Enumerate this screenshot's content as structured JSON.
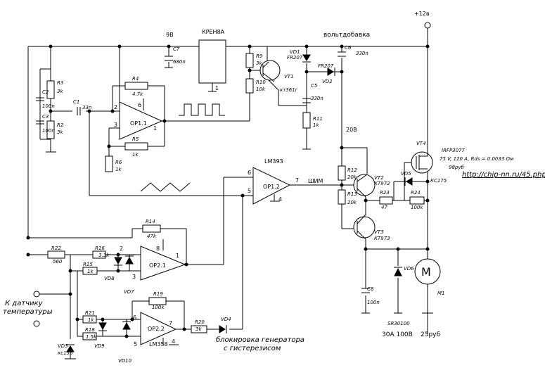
{
  "supply": {
    "plus12": "+12в",
    "v9": "9В",
    "regulator": "КРЕН8А",
    "reg_pin": "1",
    "boost": "вольтдобавка",
    "v20": "20В"
  },
  "parts": {
    "R3": {
      "ref": "R3",
      "val": "3k"
    },
    "R2": {
      "ref": "R2",
      "val": "3k"
    },
    "C2": {
      "ref": "C2",
      "val": "100n"
    },
    "C3": {
      "ref": "C3",
      "val": "100n"
    },
    "C1": {
      "ref": "C1",
      "val": "33n"
    },
    "R4": {
      "ref": "R4",
      "val": "4.7k"
    },
    "R5": {
      "ref": "R5",
      "val": "1k"
    },
    "R6": {
      "ref": "R6",
      "val": "1k"
    },
    "OP11": {
      "ref": "OP1.1",
      "p2": "2",
      "p3": "3",
      "p6": "6",
      "p1": "1"
    },
    "C7": {
      "ref": "C7",
      "val": "680n"
    },
    "R9": {
      "ref": "R9",
      "val": "3k"
    },
    "R10": {
      "ref": "R10",
      "val": "10k"
    },
    "VT1": {
      "ref": "VT1",
      "val": "кт361г"
    },
    "VD1": {
      "ref": "VD1",
      "val": "FR207"
    },
    "VD2": {
      "ref": "VD2",
      "val": "FR207"
    },
    "C6": {
      "ref": "C6",
      "val": "330n"
    },
    "C5": {
      "ref": "C5",
      "val": "330n"
    },
    "R11": {
      "ref": "R11",
      "val": "1k"
    },
    "LM393": {
      "ref": "OP1.2",
      "name": "LM393",
      "p6": "6",
      "p5": "5",
      "p7": "7",
      "p4": "4"
    },
    "pwm": "ШИМ",
    "R12": {
      "ref": "R12",
      "val": "20k"
    },
    "R13": {
      "ref": "R13",
      "val": "20k"
    },
    "VT2": {
      "ref": "VT2",
      "val": "КТ972"
    },
    "VT3": {
      "ref": "VT3",
      "val": "КТ973"
    },
    "R23": {
      "ref": "R23",
      "val": "47"
    },
    "R24": {
      "ref": "R24",
      "val": "100k"
    },
    "VD5": {
      "ref": "VD5",
      "val": "КС175"
    },
    "VT4": {
      "ref": "VT4",
      "val": "IRFP3077",
      "spec": "75 V, 120 A, Rds = 0.0033 Ом",
      "price": "98руб"
    },
    "R14": {
      "ref": "R14",
      "val": "47k"
    },
    "R22": {
      "ref": "R22",
      "val": "560"
    },
    "R16": {
      "ref": "R16",
      "val": "3.3k"
    },
    "R15": {
      "ref": "R15",
      "val": "1k"
    },
    "OP21": {
      "ref": "OP2.1",
      "p2": "2",
      "p3": "3",
      "p8": "8",
      "p1": "1"
    },
    "VD8": {
      "ref": "VD8"
    },
    "VD7": {
      "ref": "VD7"
    },
    "R19": {
      "ref": "R19",
      "val": "100k"
    },
    "R21": {
      "ref": "R21",
      "val": "1k"
    },
    "R18": {
      "ref": "R18",
      "val": "1.5k"
    },
    "OP22": {
      "ref": "OP2.2",
      "name": "LM358",
      "p6": "6",
      "p5": "5",
      "p7": "7",
      "p4": "4"
    },
    "R20": {
      "ref": "R20",
      "val": "3k"
    },
    "VD4": {
      "ref": "VD4"
    },
    "VD3": {
      "ref": "VD3",
      "val": "кс156"
    },
    "VD9": {
      "ref": "VD9"
    },
    "VD10": {
      "ref": "VD10"
    },
    "C8": {
      "ref": "C8",
      "val": "100n"
    },
    "VD6": {
      "ref": "VD6",
      "val": "SR30100",
      "rating": "30А 100В"
    },
    "M1": {
      "ref": "M1",
      "sym": "M",
      "price": "25руб"
    }
  },
  "notes": {
    "sensor1": "К датчику",
    "sensor2": "температуры",
    "block1": "блокировка генератора",
    "block2": "с гистерезисом",
    "url": "http://chip-nn.ru/45.php"
  }
}
